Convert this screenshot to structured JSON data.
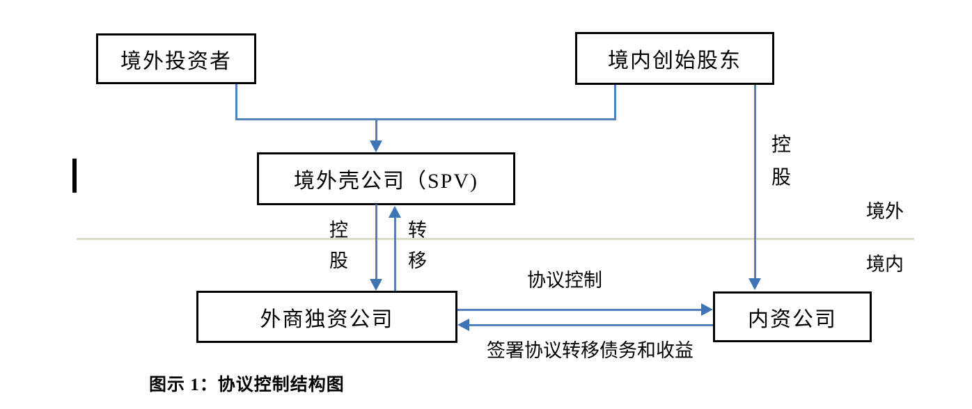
{
  "diagram": {
    "caption": "图示 1：协议控制结构图",
    "nodes": {
      "overseas_investor": "境外投资者",
      "domestic_founders": "境内创始股东",
      "spv": "境外壳公司（SPV)",
      "wfoe": "外商独资公司",
      "domestic_company": "内资公司"
    },
    "edge_labels": {
      "holding_left_char1": "控",
      "holding_left_char2": "股",
      "transfer_char1": "转",
      "transfer_char2": "移",
      "holding_right_char1": "控",
      "holding_right_char2": "股",
      "agreement_control": "协议控制",
      "sign_agreement": "签署协议转移债务和收益"
    },
    "regions": {
      "offshore": "境外",
      "onshore": "境内"
    },
    "colors": {
      "arrow_blue": "#4f81bd",
      "box_border": "#000000",
      "divider_beige": "#dcdcc6"
    }
  }
}
